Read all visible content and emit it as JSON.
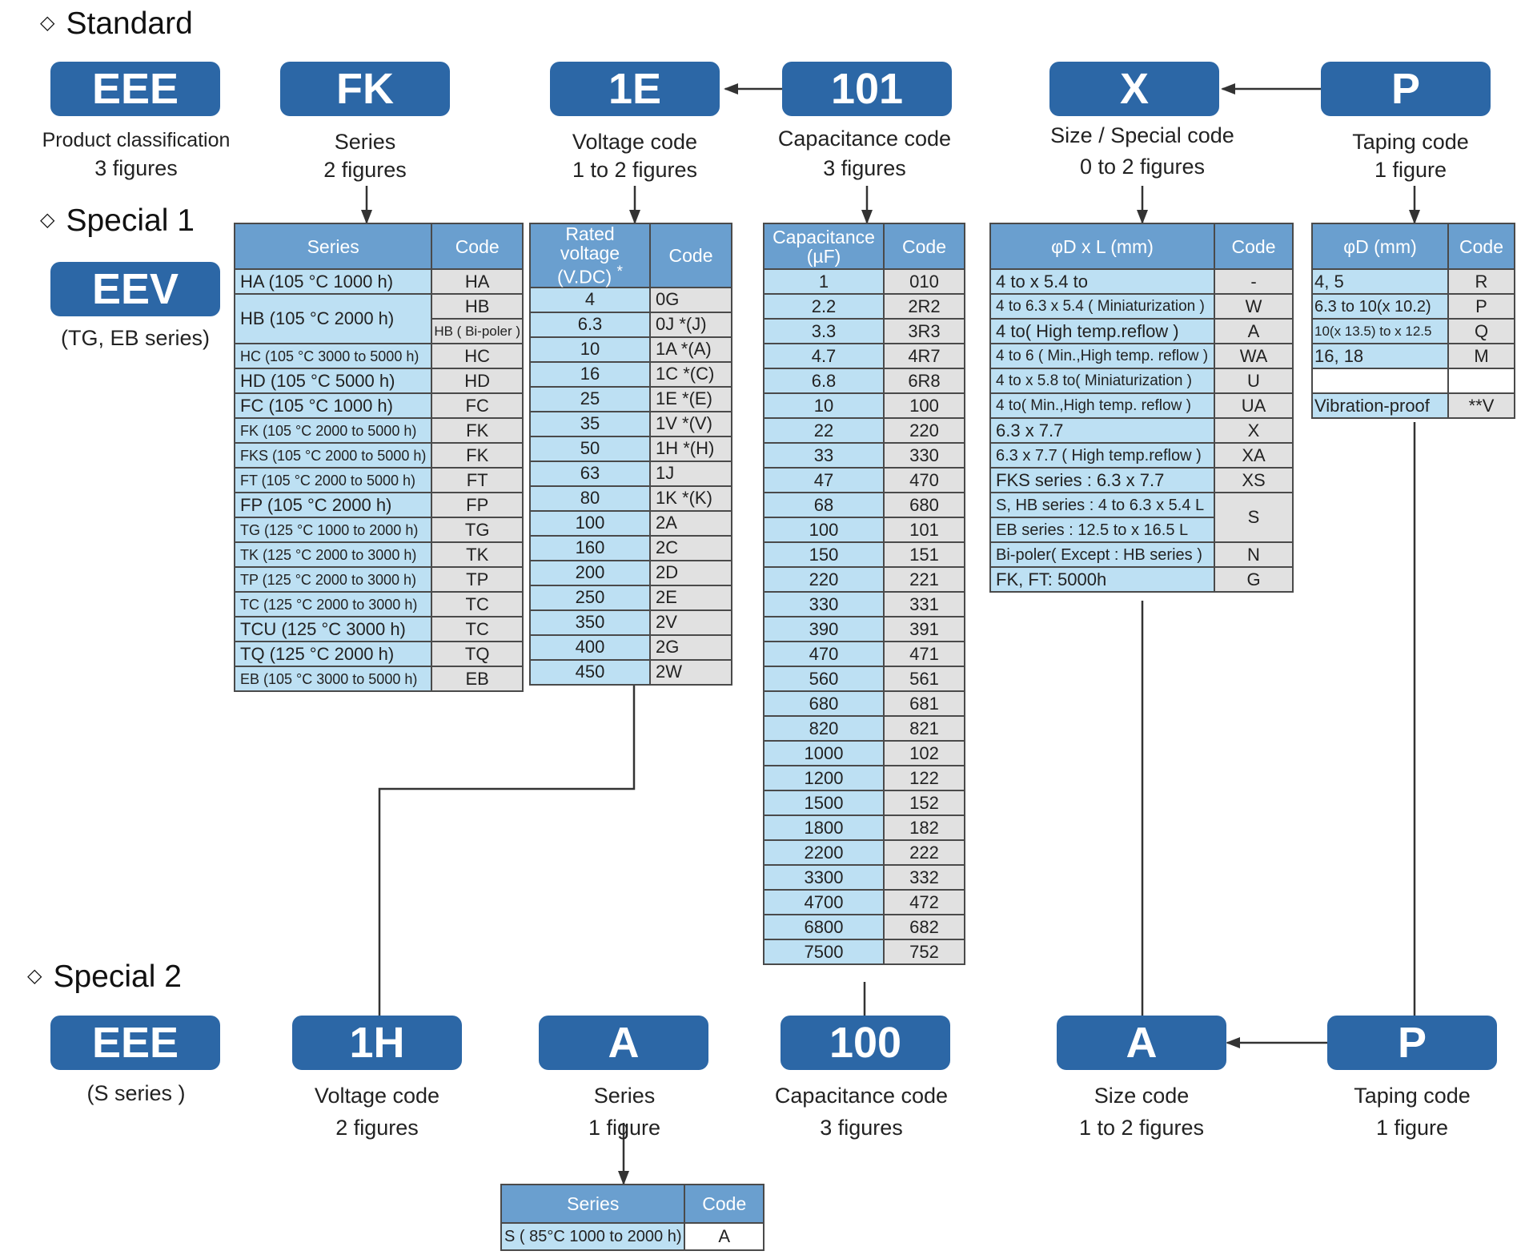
{
  "headings": {
    "standard": "Standard",
    "special1": "Special 1",
    "special2": "Special 2"
  },
  "standard": {
    "eee": {
      "code": "EEE",
      "l1": "Product classification",
      "l2": "3 figures"
    },
    "fk": {
      "code": "FK",
      "l1": "Series",
      "l2": "2 figures"
    },
    "v1e": {
      "code": "1E",
      "l1": "Voltage code",
      "l2": "1 to 2 figures"
    },
    "c101": {
      "code": "101",
      "l1": "Capacitance code",
      "l2": "3 figures"
    },
    "x": {
      "code": "X",
      "l1": "Size / Special code",
      "l2": "0 to 2 figures"
    },
    "p": {
      "code": "P",
      "l1": "Taping code",
      "l2": "1 figure"
    }
  },
  "special1": {
    "code": "EEV",
    "note": "(TG, EB series)"
  },
  "special2": {
    "eee": {
      "code": "EEE",
      "l1": "(S series )"
    },
    "v1h": {
      "code": "1H",
      "l1": "Voltage code",
      "l2": "2 figures"
    },
    "a": {
      "code": "A",
      "l1": "Series",
      "l2": "1 figure"
    },
    "c100": {
      "code": "100",
      "l1": "Capacitance code",
      "l2": "3 figures"
    },
    "sa": {
      "code": "A",
      "l1": "Size code",
      "l2": "1 to 2 figures"
    },
    "p": {
      "code": "P",
      "l1": "Taping code",
      "l2": "1 figure"
    }
  },
  "series_table": {
    "headers": [
      "Series",
      "Code"
    ],
    "rows": [
      [
        "HA (105 °C 1000 h)",
        "HA"
      ],
      [
        "HB (105 °C 2000 h)",
        "HB",
        "HB ( Bi-poler )"
      ],
      [
        "HC (105 °C 3000 to 5000 h)",
        "HC"
      ],
      [
        "HD (105 °C 5000 h)",
        "HD"
      ],
      [
        "FC (105 °C 1000 h)",
        "FC"
      ],
      [
        "FK (105 °C 2000 to 5000 h)",
        "FK"
      ],
      [
        "FKS (105 °C 2000 to 5000 h)",
        "FK"
      ],
      [
        "FT (105 °C 2000 to 5000 h)",
        "FT"
      ],
      [
        "FP (105 °C 2000 h)",
        "FP"
      ],
      [
        "TG (125 °C 1000 to 2000 h)",
        "TG"
      ],
      [
        "TK (125 °C 2000 to 3000 h)",
        "TK"
      ],
      [
        "TP (125 °C 2000 to 3000 h)",
        "TP"
      ],
      [
        "TC (125 °C 2000 to 3000 h)",
        "TC"
      ],
      [
        "TCU (125 °C 3000 h)",
        "TC"
      ],
      [
        "TQ (125 °C 2000 h)",
        "TQ"
      ],
      [
        "EB (105 °C 3000 to 5000 h)",
        "EB"
      ]
    ]
  },
  "voltage_table": {
    "headers": [
      "Rated voltage (V.DC)",
      "*",
      "Code"
    ],
    "rows": [
      [
        "4",
        "0G"
      ],
      [
        "6.3",
        "0J *(J)"
      ],
      [
        "10",
        "1A *(A)"
      ],
      [
        "16",
        "1C *(C)"
      ],
      [
        "25",
        "1E *(E)"
      ],
      [
        "35",
        "1V *(V)"
      ],
      [
        "50",
        "1H *(H)"
      ],
      [
        "63",
        "1J"
      ],
      [
        "80",
        "1K *(K)"
      ],
      [
        "100",
        "2A"
      ],
      [
        "160",
        "2C"
      ],
      [
        "200",
        "2D"
      ],
      [
        "250",
        "2E"
      ],
      [
        "350",
        "2V"
      ],
      [
        "400",
        "2G"
      ],
      [
        "450",
        "2W"
      ]
    ]
  },
  "cap_table": {
    "headers": [
      "Capacitance (µF)",
      "Code"
    ],
    "rows": [
      [
        "1",
        "010"
      ],
      [
        "2.2",
        "2R2"
      ],
      [
        "3.3",
        "3R3"
      ],
      [
        "4.7",
        "4R7"
      ],
      [
        "6.8",
        "6R8"
      ],
      [
        "10",
        "100"
      ],
      [
        "22",
        "220"
      ],
      [
        "33",
        "330"
      ],
      [
        "47",
        "470"
      ],
      [
        "68",
        "680"
      ],
      [
        "100",
        "101"
      ],
      [
        "150",
        "151"
      ],
      [
        "220",
        "221"
      ],
      [
        "330",
        "331"
      ],
      [
        "390",
        "391"
      ],
      [
        "470",
        "471"
      ],
      [
        "560",
        "561"
      ],
      [
        "680",
        "681"
      ],
      [
        "820",
        "821"
      ],
      [
        "1000",
        "102"
      ],
      [
        "1200",
        "122"
      ],
      [
        "1500",
        "152"
      ],
      [
        "1800",
        "182"
      ],
      [
        "2200",
        "222"
      ],
      [
        "3300",
        "332"
      ],
      [
        "4700",
        "472"
      ],
      [
        "6800",
        "682"
      ],
      [
        "7500",
        "752"
      ]
    ]
  },
  "size_table": {
    "headers": [
      "φD x L (mm)",
      "Code"
    ],
    "rows": [
      [
        "4 to x 5.4 to",
        "-"
      ],
      [
        "4 to 6.3 x 5.4 ( Miniaturization )",
        "W"
      ],
      [
        "4 to( High temp.reflow )",
        "A"
      ],
      [
        "4 to 6 ( Min.,High temp. reflow )",
        "WA"
      ],
      [
        "4 to x 5.8 to( Miniaturization )",
        "U"
      ],
      [
        "4 to( Min.,High temp. reflow )",
        "UA"
      ],
      [
        "6.3 x 7.7",
        "X"
      ],
      [
        "6.3 x 7.7 ( High temp.reflow )",
        "XA"
      ],
      [
        "FKS series : 6.3 x 7.7",
        "XS"
      ],
      [
        "S, HB series : 4 to 6.3 x 5.4 L",
        "S"
      ],
      [
        "EB  series : 12.5 to x 16.5 L",
        ""
      ],
      [
        "Bi-poler( Except : HB series )",
        "N"
      ],
      [
        "FK, FT: 5000h",
        "G"
      ]
    ]
  },
  "taping_table": {
    "headers": [
      "φD (mm)",
      "Code"
    ],
    "rows": [
      [
        "4, 5",
        "R"
      ],
      [
        "6.3 to 10(x 10.2)",
        "P"
      ],
      [
        "10(x 13.5) to x 12.5",
        "Q"
      ],
      [
        "16, 18",
        "M"
      ],
      [
        "",
        ""
      ],
      [
        "Vibration-proof",
        "**V"
      ]
    ]
  },
  "s_series_table": {
    "headers": [
      "Series",
      "Code"
    ],
    "rows": [
      [
        "S ( 85°C 1000 to 2000 h)",
        "A"
      ]
    ]
  }
}
